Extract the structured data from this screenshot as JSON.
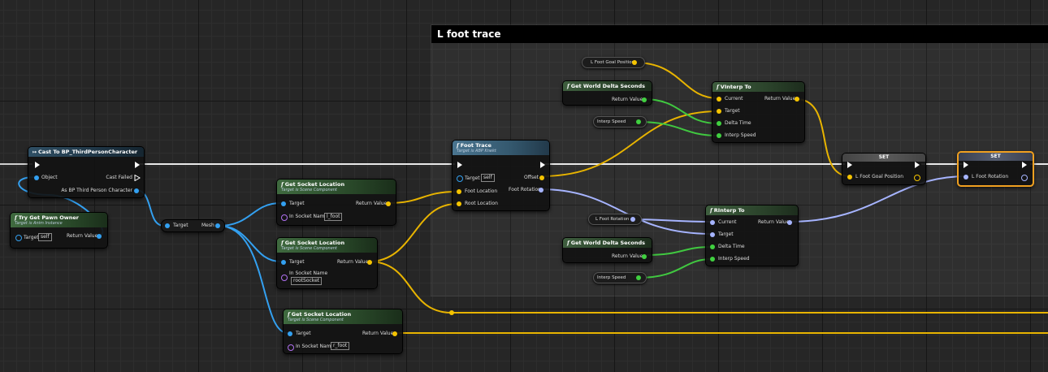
{
  "comment": {
    "title": "L foot trace"
  },
  "colors": {
    "exec": "#ffffff",
    "object": "#33a0f0",
    "vector": "#f5c400",
    "float": "#40d040",
    "rotator": "#a6b4ff",
    "name": "#b070f0",
    "selection": "#f0a020"
  },
  "nodes": {
    "cast": {
      "title": "Cast To BP_ThirdPersonCharacter",
      "object": "Object",
      "cast_failed": "Cast Failed",
      "as_char": "As BP Third Person Character"
    },
    "pawn_owner": {
      "title": "Try Get Pawn Owner",
      "subtitle": "Target is Anim Instance",
      "target": "Target",
      "target_value": "self",
      "return_value": "Return Value"
    },
    "mesh_getter": {
      "target": "Target",
      "mesh": "Mesh"
    },
    "socket1": {
      "title": "Get Socket Location",
      "subtitle": "Target is Scene Component",
      "target": "Target",
      "return_value": "Return Value",
      "in_socket": "In Socket Name",
      "socket_value": "l_foot"
    },
    "socket2": {
      "title": "Get Socket Location",
      "subtitle": "Target is Scene Component",
      "target": "Target",
      "return_value": "Return Value",
      "in_socket": "In Socket Name",
      "socket_value": "rootSocket"
    },
    "socket3": {
      "title": "Get Socket Location",
      "subtitle": "Target is Scene Component",
      "target": "Target",
      "return_value": "Return Value",
      "in_socket": "In Socket Name",
      "socket_value": "r_foot"
    },
    "foot_trace": {
      "title": "Foot Trace",
      "subtitle": "Target is ABP Knekt",
      "target": "Target",
      "target_value": "self",
      "offset": "Offset",
      "foot_location": "Foot Location",
      "foot_rotation": "Foot Rotation",
      "root_location": "Root Location"
    },
    "lfoot_goal_var": {
      "label": "L Foot Goal Position"
    },
    "world_delta1": {
      "title": "Get World Delta Seconds",
      "return_value": "Return Value"
    },
    "interp_speed1": {
      "label": "Interp Speed"
    },
    "vinterp": {
      "title": "VInterp To",
      "current": "Current",
      "target": "Target",
      "delta_time": "Delta Time",
      "interp_speed": "Interp Speed",
      "return_value": "Return Value"
    },
    "set1": {
      "title": "SET",
      "pin": "L Foot Goal Position"
    },
    "set2": {
      "title": "SET",
      "pin": "L Foot Rotation"
    },
    "lfoot_rot_var": {
      "label": "L Foot Rotation"
    },
    "rinterp": {
      "title": "RInterp To",
      "current": "Current",
      "target": "Target",
      "delta_time": "Delta Time",
      "interp_speed": "Interp Speed",
      "return_value": "Return Value"
    },
    "world_delta2": {
      "title": "Get World Delta Seconds",
      "return_value": "Return Value"
    },
    "interp_speed2": {
      "label": "Interp Speed"
    }
  }
}
